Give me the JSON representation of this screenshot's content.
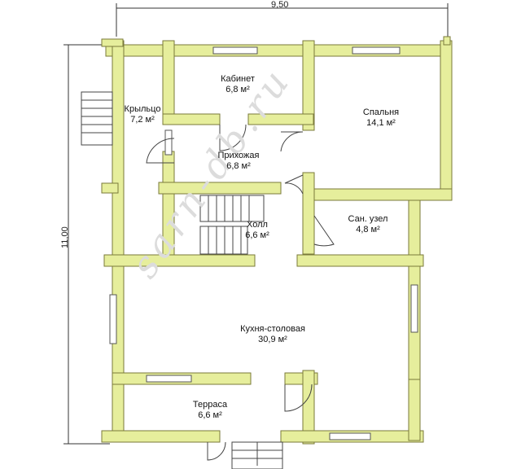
{
  "dimensions": {
    "width_label": "9,50",
    "height_label": "11,00"
  },
  "rooms": [
    {
      "name": "Кабинет",
      "area": "6,8 м²"
    },
    {
      "name": "Спальня",
      "area": "14,1 м²"
    },
    {
      "name": "Крыльцо",
      "area": "7,2 м²"
    },
    {
      "name": "Прихожая",
      "area": "6,8 м²"
    },
    {
      "name": "Холл",
      "area": "6,6 м²"
    },
    {
      "name": "Сан. узел",
      "area": "4,8 м²"
    },
    {
      "name": "Кухня-столовая",
      "area": "30,9 м²"
    },
    {
      "name": "Терраса",
      "area": "6,6 м²"
    }
  ],
  "colors": {
    "wall": "#e6ee9c",
    "wall_stroke": "#7a7a3a",
    "line": "#333333",
    "window": "#ffffff"
  }
}
